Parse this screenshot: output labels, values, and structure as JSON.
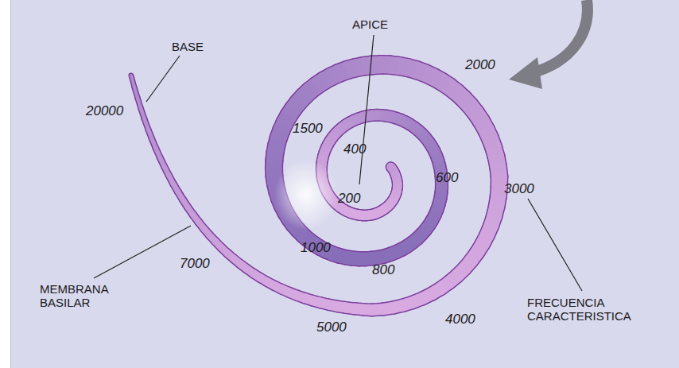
{
  "diagram": {
    "labels": [
      "APICE",
      "BASE",
      "2000",
      "20000",
      "1500",
      "400",
      "600",
      "3000",
      "200",
      "1000",
      "800",
      "7000",
      "MEMBRANA BASILAR",
      "4000",
      "FRECUENCIA CARACTERISTICA",
      "5000"
    ]
  }
}
